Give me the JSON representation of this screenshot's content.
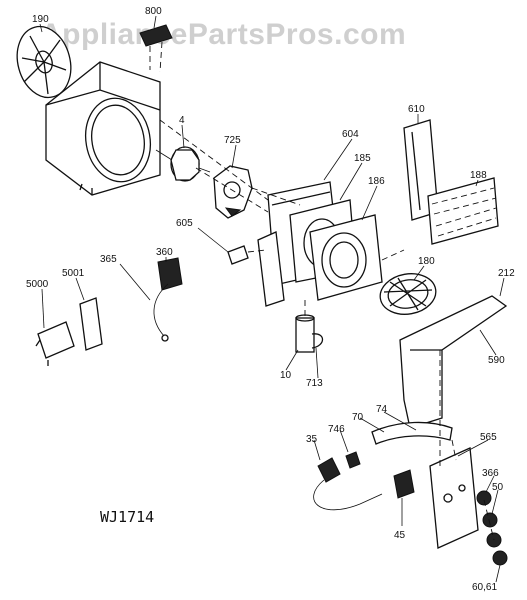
{
  "watermark": "AppliancePartsPros.com",
  "model_code": "WJ1714",
  "labels": {
    "p190": "190",
    "p800": "800",
    "p4": "4",
    "p725": "725",
    "p604": "604",
    "p185": "185",
    "p186": "186",
    "p610": "610",
    "p188": "188",
    "p605": "605",
    "p360": "360",
    "p365": "365",
    "p5000": "5000",
    "p5001": "5001",
    "p180": "180",
    "p212": "212",
    "p590": "590",
    "p10": "10",
    "p713": "713",
    "p74": "74",
    "p70": "70",
    "p746": "746",
    "p35": "35",
    "p565": "565",
    "p366": "366",
    "p50": "50",
    "p45": "45",
    "p6061": "60,61"
  }
}
